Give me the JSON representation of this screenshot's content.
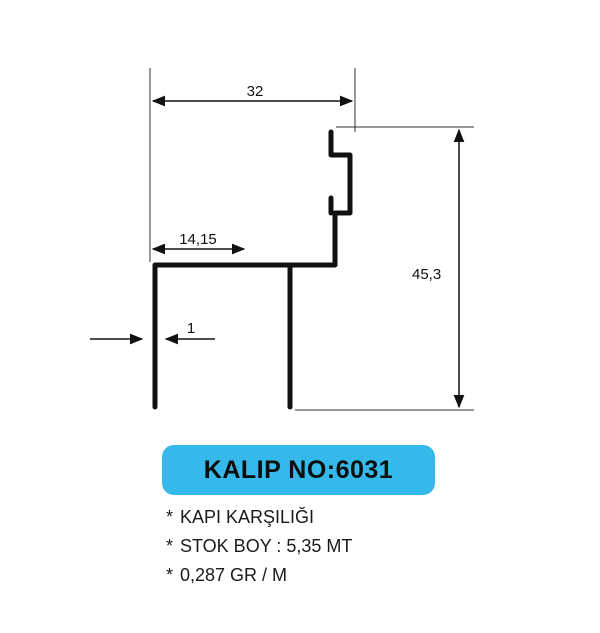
{
  "dimensions": {
    "width_total": "32",
    "height_total": "45,3",
    "top_flange": "14,15",
    "thickness": "1"
  },
  "mold": {
    "label": "KALIP NO:6031"
  },
  "specs": [
    {
      "bullet": "*",
      "text": "KAPI KARŞILIĞI"
    },
    {
      "bullet": "*",
      "text": "STOK BOY : 5,35 MT"
    },
    {
      "bullet": "*",
      "text": "0,287 GR / M"
    }
  ],
  "colors": {
    "badge_background": "#35b9ea",
    "profile_stroke": "#111111"
  }
}
